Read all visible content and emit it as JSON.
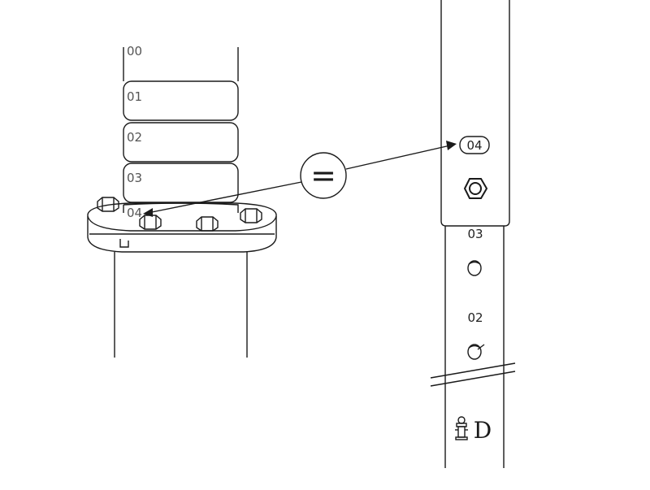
{
  "left_column": {
    "segment_labels": [
      "00",
      "01",
      "02",
      "03",
      "04"
    ]
  },
  "callout": {
    "symbol": "="
  },
  "right_column": {
    "marker_label": "04",
    "lower_labels": [
      "03",
      "02"
    ],
    "brand_letter": "D"
  },
  "colors": {
    "line": "#1a1a1a",
    "label": "#555555",
    "background": "#ffffff"
  }
}
